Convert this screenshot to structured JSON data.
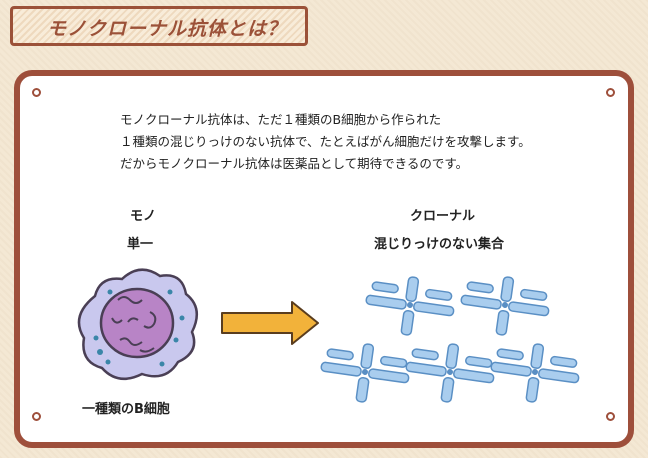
{
  "title": "モノクローナル抗体とは？",
  "description": [
    "モノクローナル抗体は、ただ１種類のB細胞から作られた",
    "１種類の混じりっけのない抗体で、たとえばがん細胞だけを攻撃します。",
    "だからモノクローナル抗体は医薬品として期待できるのです。"
  ],
  "mono": {
    "word": "モノ",
    "meaning": "単一"
  },
  "clonal": {
    "word": "クローナル",
    "meaning": "混じりっけのない集合"
  },
  "cell_caption": "一種類のB細胞",
  "colors": {
    "frame": "#9e4f3b",
    "antibody": "#a9cdee",
    "antibody_outline": "#5a8fc4",
    "arrow": "#f2b23a",
    "cell_outer": "#c9c8ee",
    "cell_nucleus": "#b884c6"
  }
}
